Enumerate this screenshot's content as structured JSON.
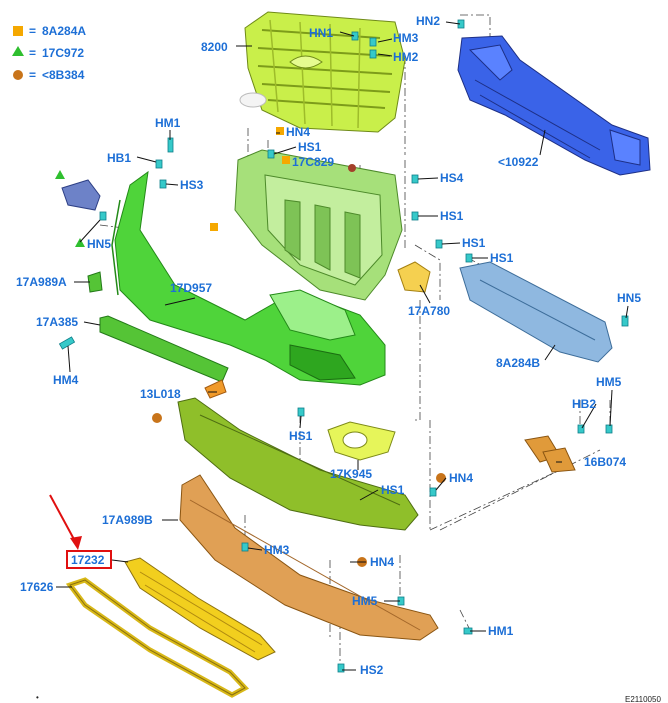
{
  "legend": [
    {
      "symbol": "square",
      "color": "#f5a800",
      "eq": "=",
      "code": "8A284A"
    },
    {
      "symbol": "triangle",
      "color": "#2fbf2f",
      "eq": "=",
      "code": "17C972"
    },
    {
      "symbol": "circle",
      "color": "#c8741a",
      "eq": "=",
      "code": "<8B384"
    }
  ],
  "labels": {
    "n8200": "8200",
    "hn1": "HN1",
    "hm3_top": "HM3",
    "hm2": "HM2",
    "hn2": "HN2",
    "n10922": "<10922",
    "hm1_top": "HM1",
    "hn4_top": "HN4",
    "hs1_a": "HS1",
    "n17c829": "17C829",
    "hb1": "HB1",
    "hs3": "HS3",
    "hs4": "HS4",
    "hs1_b": "HS1",
    "hs1_c": "HS1",
    "hs1_d": "HS1",
    "hn5_left": "HN5",
    "n17a989a": "17A989A",
    "n17d957": "17D957",
    "n17a780": "17A780",
    "hn5_right": "HN5",
    "n17a385": "17A385",
    "n8a284b": "8A284B",
    "hm4_left": "HM4",
    "hm5_right": "HM5",
    "n13l018": "13L018",
    "hb2": "HB2",
    "hs1_e": "HS1",
    "n16b074": "16B074",
    "n17k945": "17K945",
    "hn4_mid": "HN4",
    "hs1_f": "HS1",
    "n17a989b": "17A989B",
    "n17232": "17232",
    "hm3_bot": "HM3",
    "hn4_bot": "HN4",
    "n17626": "17626",
    "hm5_bot": "HM5",
    "hm1_bot": "HM1",
    "hs2": "HS2"
  },
  "highlight": {
    "part": "17232",
    "color": "#e01010"
  },
  "colors": {
    "grille": "#c9ef4a",
    "reinforcement": "#3a63e8",
    "bracket_frame": "#a6e07a",
    "bumper_cover": "#4fd43a",
    "lower_shield": "#8fbf2a",
    "deflector": "#e0a055",
    "lower_grille": "#f2cf1e",
    "absorber": "#8fb8e0",
    "label": "#1d6fd6"
  },
  "footer": {
    "left": "•",
    "right": "E2110050"
  }
}
